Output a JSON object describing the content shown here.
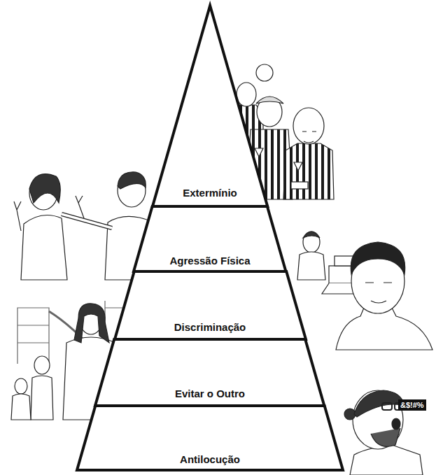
{
  "diagram": {
    "nodes": [
      {
        "text": [
          "Extermínio"
        ]
      },
      {
        "text": [
          "Agressão Física"
        ]
      },
      {
        "text": [
          "Discriminação"
        ]
      },
      {
        "text": [
          "Evitar o Outro"
        ]
      },
      {
        "text": [
          "Antilocução"
        ]
      }
    ],
    "labels": [
      "&$!#%"
    ]
  }
}
